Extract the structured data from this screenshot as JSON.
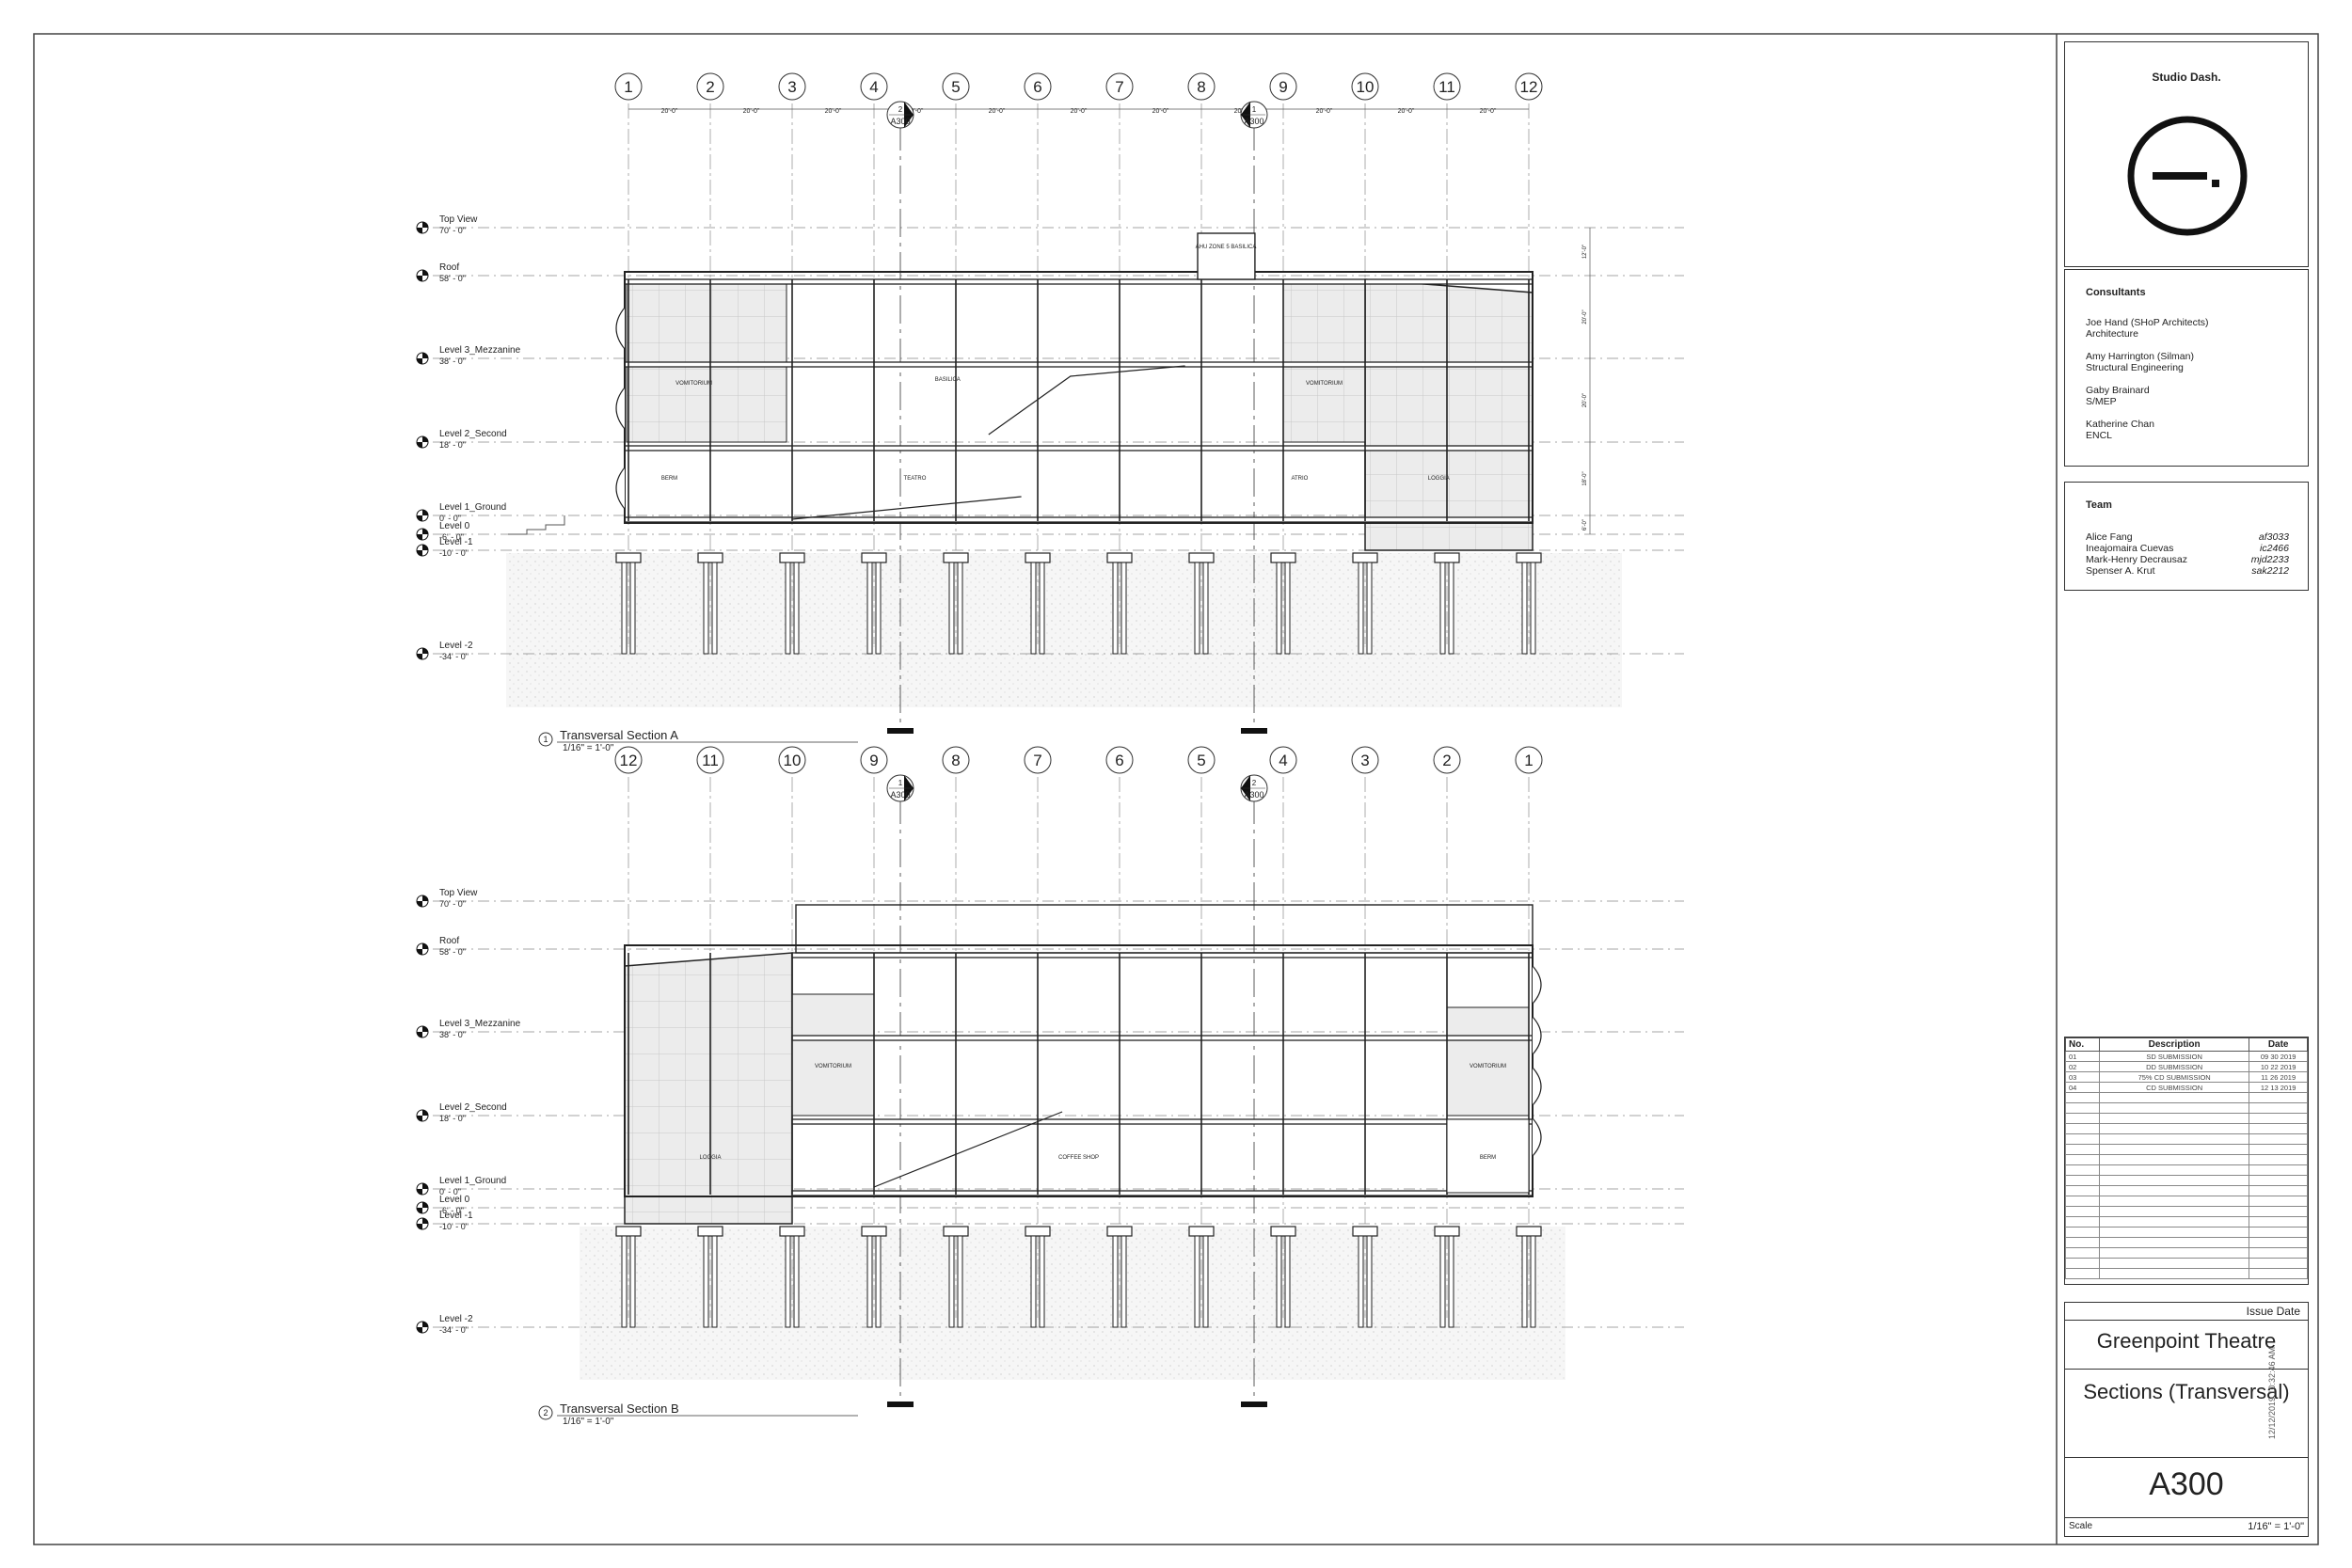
{
  "levels": [
    {
      "name": "Top View",
      "elev": "70' - 0\""
    },
    {
      "name": "Roof",
      "elev": "58' - 0\""
    },
    {
      "name": "Level 3_Mezzanine",
      "elev": "38' - 0\""
    },
    {
      "name": "Level 2_Second",
      "elev": "18' - 0\""
    },
    {
      "name": "Level 1_Ground",
      "elev": "0' - 0\""
    },
    {
      "name": "Level 0",
      "elev": "-6' - 0\""
    },
    {
      "name": "Level -1",
      "elev": "-10' - 0\""
    },
    {
      "name": "Level -2",
      "elev": "-34' - 0\""
    }
  ],
  "grid_spacing": "20'-0\"",
  "sectionA": {
    "number": "1",
    "title": "Transversal Section A",
    "scale": "1/16\" = 1'-0\"",
    "grids": [
      "1",
      "2",
      "3",
      "4",
      "5",
      "6",
      "7",
      "8",
      "9",
      "10",
      "11",
      "12"
    ],
    "rooms": [
      "VOMITORIUM",
      "BASILICA",
      "VOMITORIUM",
      "BERM",
      "TEATRO",
      "ATRIO",
      "LOGGIA",
      "AHU ZONE 5 BASILICA"
    ],
    "dims": [
      "12'-0\"",
      "20'-0\"",
      "20'-0\"",
      "18'-0\"",
      "6'-0\""
    ],
    "markers": [
      {
        "num": "2",
        "sheet": "A300"
      },
      {
        "num": "1",
        "sheet": "A300"
      }
    ]
  },
  "sectionB": {
    "number": "2",
    "title": "Transversal Section B",
    "scale": "1/16\" = 1'-0\"",
    "grids": [
      "12",
      "11",
      "10",
      "9",
      "8",
      "7",
      "6",
      "5",
      "4",
      "3",
      "2",
      "1"
    ],
    "rooms": [
      "VOMITORIUM",
      "VOMITORIUM",
      "LOGGIA",
      "COFFEE SHOP",
      "BERM"
    ],
    "markers": [
      {
        "num": "1",
        "sheet": "A300"
      },
      {
        "num": "2",
        "sheet": "A300"
      }
    ]
  },
  "titleblock": {
    "firm": "Studio Dash.",
    "consultants_title": "Consultants",
    "consultants": [
      {
        "name": "Joe Hand (SHoP Architects)",
        "role": "Architecture"
      },
      {
        "name": "Amy Harrington (Silman)",
        "role": "Structural Engineering"
      },
      {
        "name": "Gaby Brainard",
        "role": "S/MEP"
      },
      {
        "name": "Katherine Chan",
        "role": "ENCL"
      }
    ],
    "team_title": "Team",
    "team": [
      {
        "name": "Alice Fang",
        "id": "af3033"
      },
      {
        "name": "Ineajomaira Cuevas",
        "id": "ic2466"
      },
      {
        "name": "Mark-Henry Decrausaz",
        "id": "mjd2233"
      },
      {
        "name": "Spenser A. Krut",
        "id": "sak2212"
      }
    ],
    "rev_headers": {
      "no": "No.",
      "desc": "Description",
      "date": "Date"
    },
    "revisions": [
      {
        "no": "01",
        "desc": "SD SUBMISSION",
        "date": "09 30 2019"
      },
      {
        "no": "02",
        "desc": "DD SUBMISSION",
        "date": "10 22 2019"
      },
      {
        "no": "03",
        "desc": "75% CD SUBMISSION",
        "date": "11 26 2019"
      },
      {
        "no": "04",
        "desc": "CD SUBMISSION",
        "date": "12 13 2019"
      }
    ],
    "issue_label": "Issue Date",
    "project": "Greenpoint Theatre",
    "sheet_name": "Sections (Transversal)",
    "sheet_number": "A300",
    "scale_label": "Scale",
    "scale_value": "1/16\" = 1'-0\"",
    "timestamp": "12/12/2019 10:32:46 AM"
  }
}
